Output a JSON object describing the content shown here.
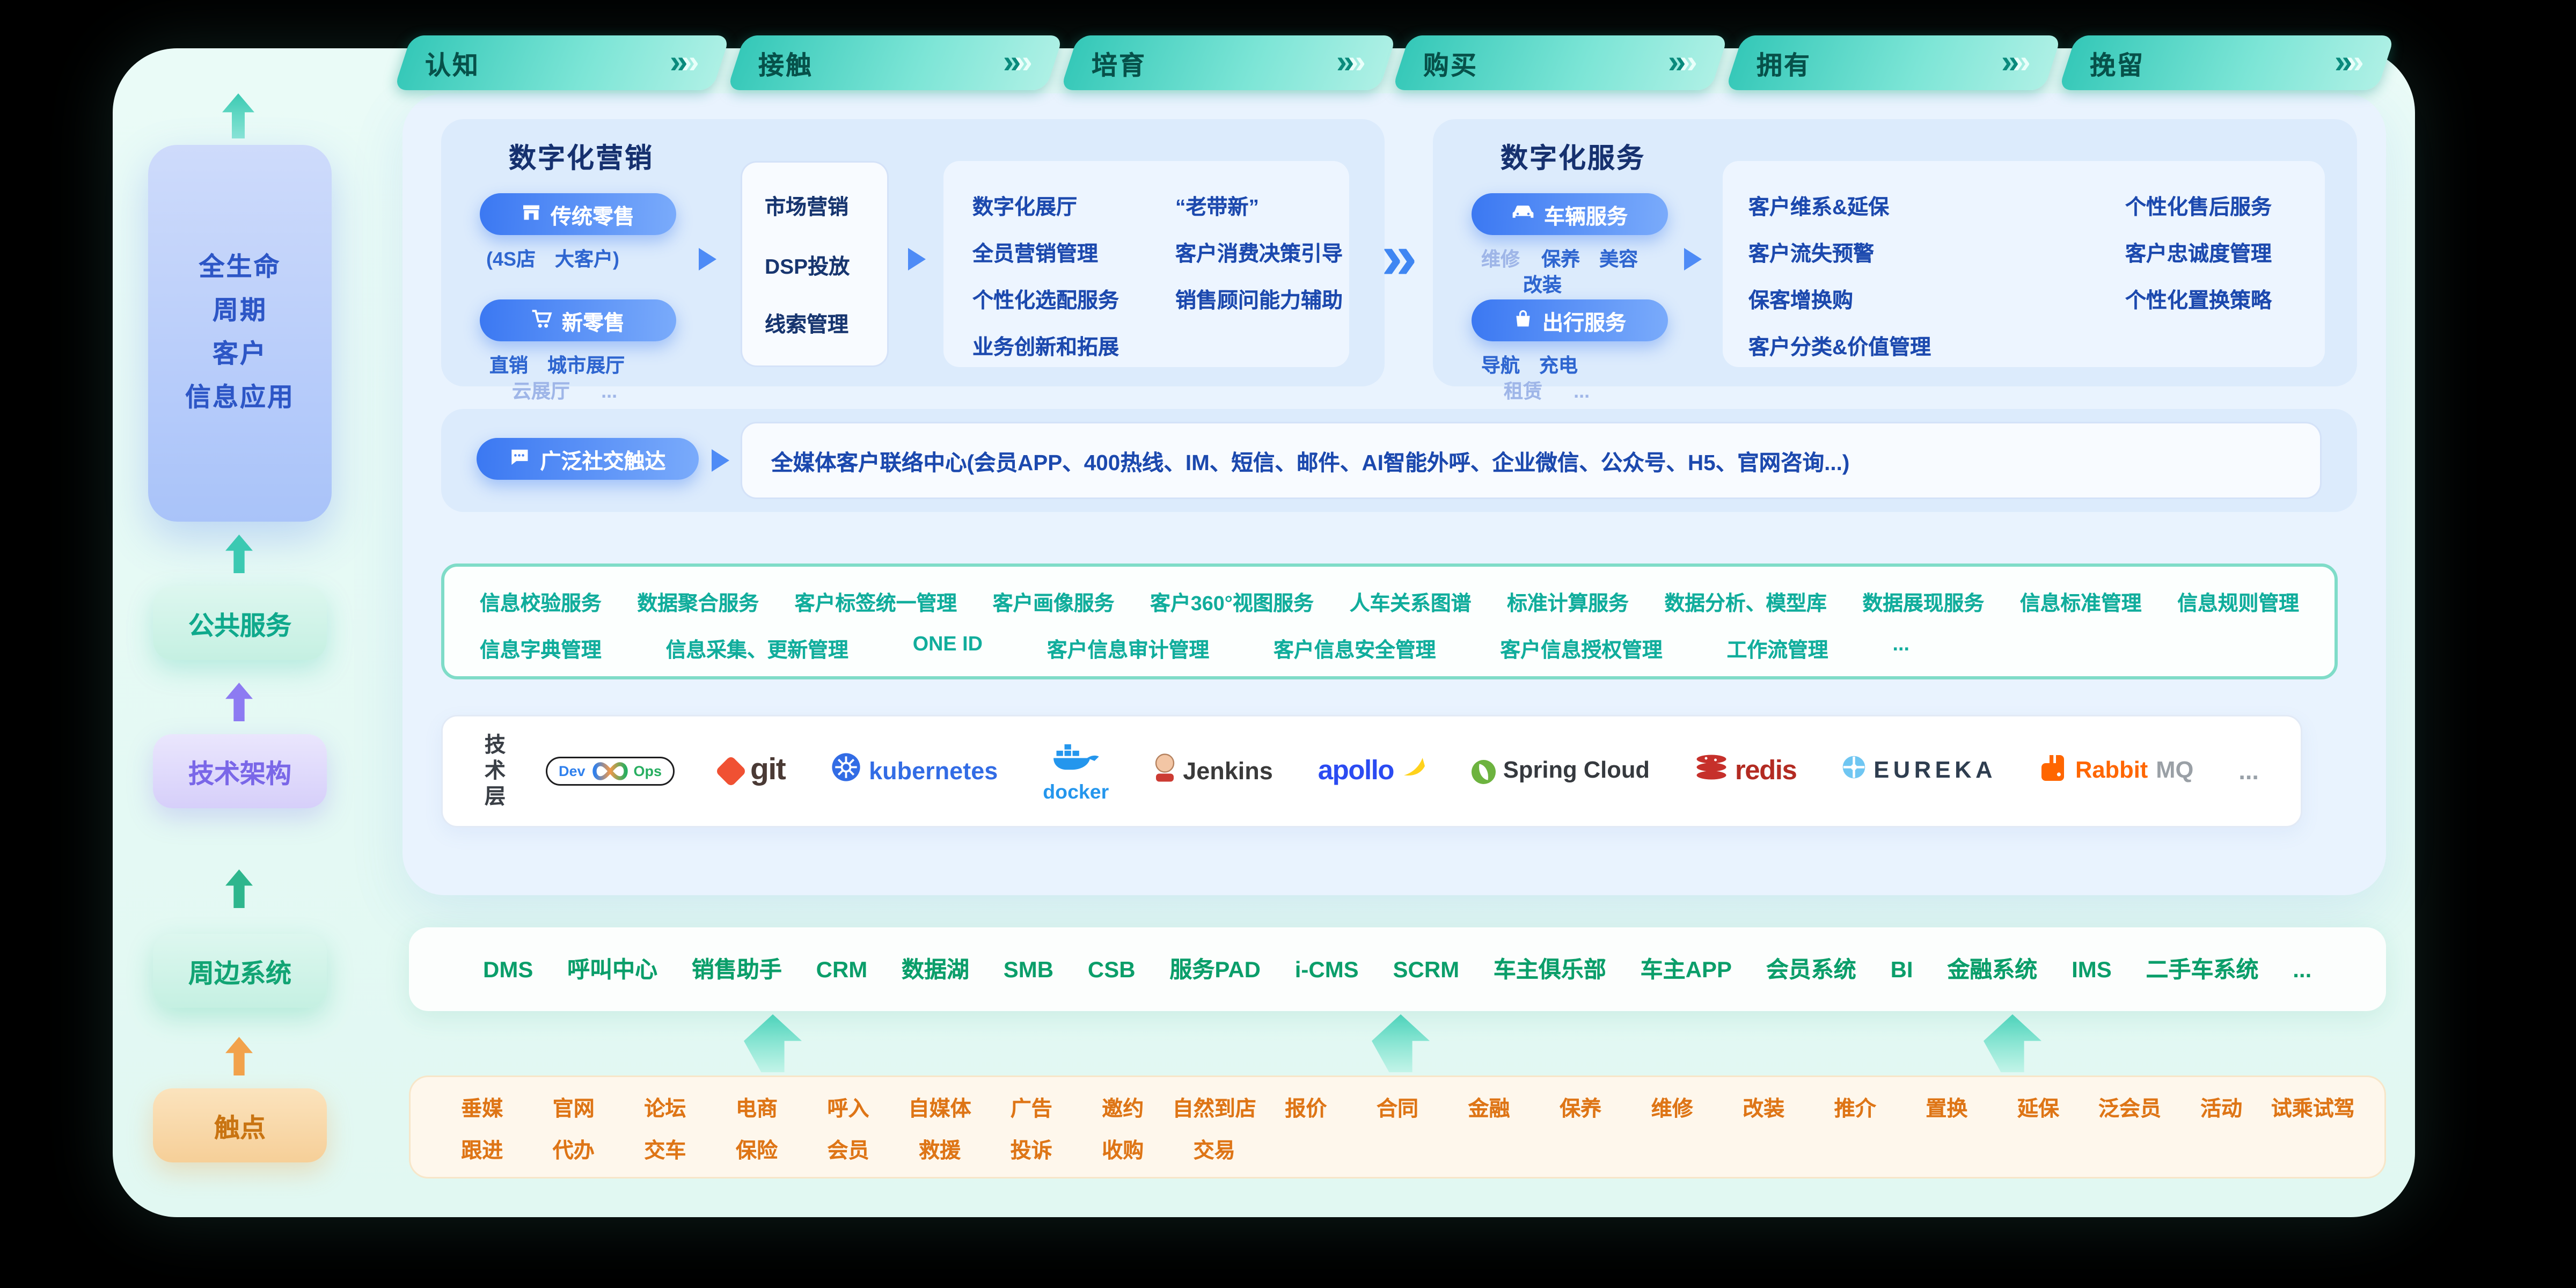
{
  "stages": {
    "chevron": "»",
    "items": [
      {
        "label": "认知"
      },
      {
        "label": "接触"
      },
      {
        "label": "培育"
      },
      {
        "label": "购买"
      },
      {
        "label": "拥有"
      },
      {
        "label": "挽留"
      }
    ]
  },
  "sidebar": {
    "lifecycle_lines": [
      "全生命",
      "周期",
      "客户",
      "信息应用"
    ],
    "public_services": "公共服务",
    "tech_architecture": "技术架构",
    "peripheral_systems": "周边系统",
    "touchpoints": "触点"
  },
  "marketing": {
    "title": "数字化营销",
    "traditional_retail": {
      "label": "传统零售",
      "sub": "(4S店　大客户)"
    },
    "new_retail": {
      "label": "新零售",
      "sub_line1": "直销　城市展厅",
      "sub_line2": "云展厅",
      "more": "..."
    },
    "funnel": [
      "市场营销",
      "DSP投放",
      "线索管理"
    ],
    "capability_col1": [
      "数字化展厅",
      "全员营销管理",
      "个性化选配服务",
      "业务创新和拓展"
    ],
    "capability_col2": [
      "“老带新”",
      "客户消费决策引导",
      "销售顾问能力辅助"
    ]
  },
  "services": {
    "title": "数字化服务",
    "vehicle": {
      "label": "车辆服务",
      "sub_muted": "维修",
      "sub_line1": "保养　美容",
      "sub_line2": "改装"
    },
    "travel": {
      "label": "出行服务",
      "sub_line1": "导航　充电",
      "sub_muted": "租赁",
      "more": "..."
    },
    "capability_col1": [
      "客户维系&延保",
      "客户流失预警",
      "保客增换购",
      "客户分类&价值管理"
    ],
    "capability_col2": [
      "个性化售后服务",
      "客户忠诚度管理",
      "个性化置换策略"
    ]
  },
  "social": {
    "label": "广泛社交触达",
    "content": "全媒体客户联络中心(会员APP、400热线、IM、短信、邮件、AI智能外呼、企业微信、公众号、H5、官网咨询...)"
  },
  "public_box": {
    "row1": [
      "信息校验服务",
      "数据聚合服务",
      "客户标签统一管理",
      "客户画像服务",
      "客户360°视图服务",
      "人车关系图谱",
      "标准计算服务",
      "数据分析、模型库",
      "数据展现服务",
      "信息标准管理",
      "信息规则管理"
    ],
    "row2": [
      "信息字典管理",
      "信息采集、更新管理",
      "ONE ID",
      "客户信息审计管理",
      "客户信息安全管理",
      "客户信息授权管理",
      "工作流管理",
      "..."
    ]
  },
  "tech_layer": {
    "label": "技术层",
    "devops_left": "Dev",
    "devops_right": "Ops",
    "git": "git",
    "kubernetes": "kubernetes",
    "docker": "docker",
    "jenkins": "Jenkins",
    "apollo": "apollo",
    "spring_cloud": "Spring Cloud",
    "redis": "redis",
    "eureka": "EUREKA",
    "rabbitmq_left": "Rabbit",
    "rabbitmq_right": "MQ",
    "more": "..."
  },
  "peripheral_box": {
    "items": [
      "DMS",
      "呼叫中心",
      "销售助手",
      "CRM",
      "数据湖",
      "SMB",
      "CSB",
      "服务PAD",
      "i-CMS",
      "SCRM",
      "车主俱乐部",
      "车主APP",
      "会员系统",
      "BI",
      "金融系统",
      "IMS",
      "二手车系统",
      "..."
    ]
  },
  "touchpoint_box": {
    "row1": [
      "垂媒",
      "官网",
      "论坛",
      "电商",
      "呼入",
      "自媒体",
      "广告",
      "邀约",
      "自然到店",
      "报价",
      "合同",
      "金融",
      "保养",
      "维修",
      "改装",
      "推介",
      "置换",
      "延保",
      "泛会员",
      "活动",
      "试乘试驾"
    ],
    "row2": [
      "跟进",
      "代办",
      "交车",
      "保险",
      "会员",
      "救援",
      "投诉",
      "收购",
      "交易"
    ]
  },
  "colors": {
    "accent_teal": "#35c8b8",
    "accent_blue": "#3b78f2",
    "deep_blue_text": "#1c49ae",
    "teal_text": "#11ad9c",
    "green_text": "#0b9e6a",
    "orange_text": "#de7516",
    "purple_text": "#7a67e8"
  }
}
